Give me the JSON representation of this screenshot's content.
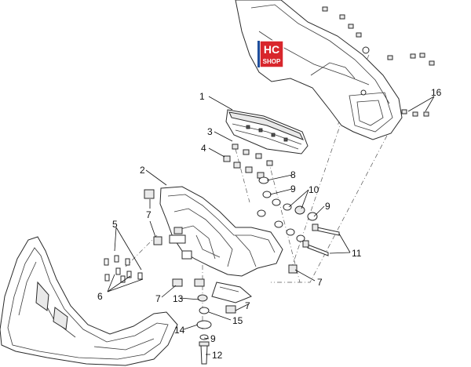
{
  "callouts": {
    "c1": "1",
    "c2": "2",
    "c3": "3",
    "c4": "4",
    "c5": "5",
    "c6": "6",
    "c7a": "7",
    "c7b": "7",
    "c7c": "7",
    "c7d": "7",
    "c8": "8",
    "c9a": "9",
    "c9b": "9",
    "c9c": "9",
    "c10": "10",
    "c11": "11",
    "c12": "12",
    "c13": "13",
    "c14": "14",
    "c15": "15",
    "c16": "16"
  },
  "watermark": {
    "line1": "HC",
    "line2": "SHOP"
  },
  "colors": {
    "logo_red": "#d8262c",
    "logo_blue": "#1f4e9c",
    "line": "#2a2a2a"
  }
}
